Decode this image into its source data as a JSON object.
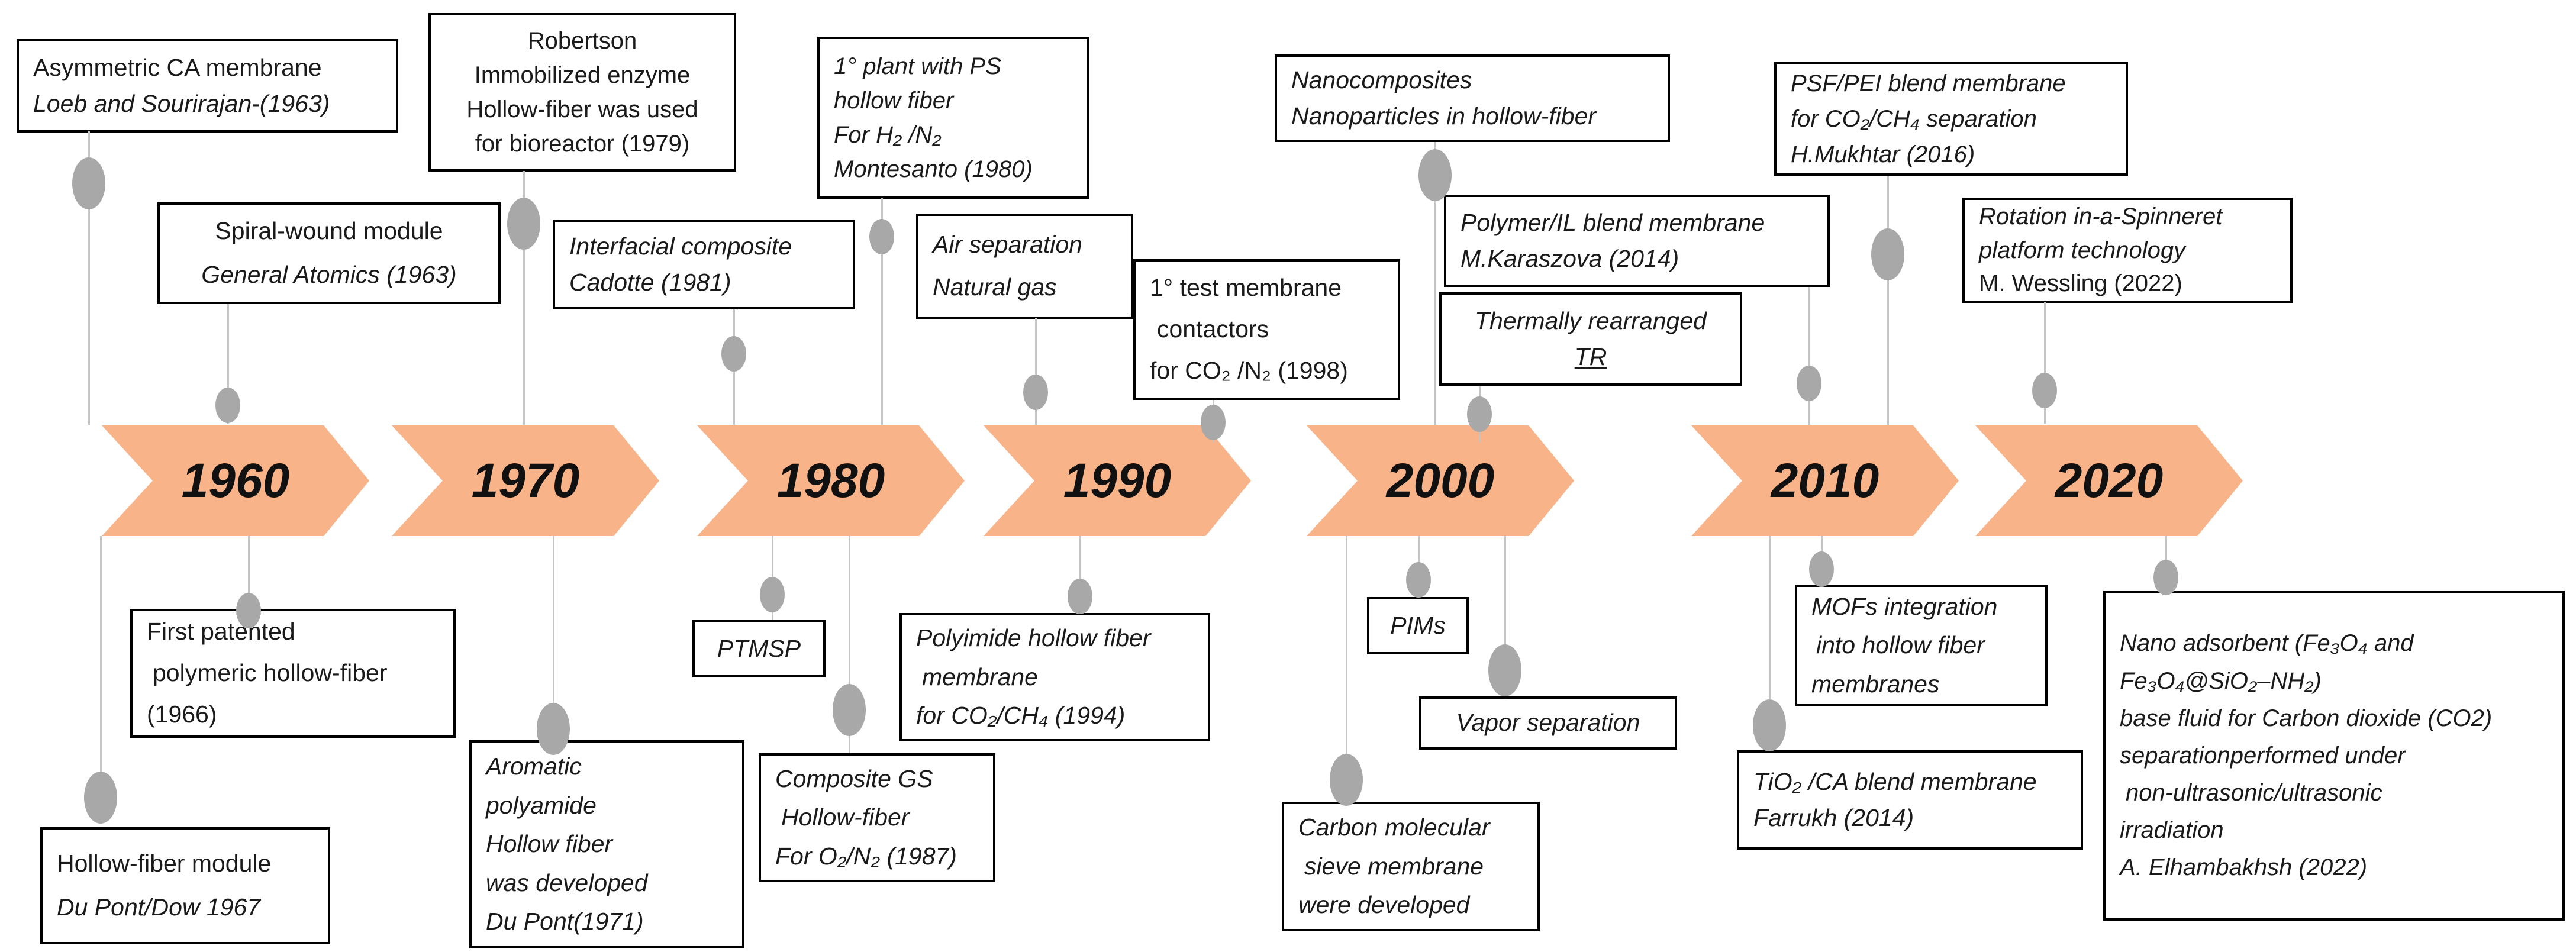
{
  "diagram_type": "timeline",
  "colors": {
    "arrow_fill": "#f8b389",
    "marker_gray": "#a8a8a8",
    "connector_gray": "#c4c4c4",
    "box_border": "#000000",
    "text": "#1a1a1a"
  },
  "timeline": {
    "decades": [
      "1960",
      "1970",
      "1980",
      "1990",
      "2000",
      "2010",
      "2020"
    ]
  },
  "boxes": {
    "asym": {
      "lines": [
        "Asymmetric  CA membrane",
        "Loeb and  Sourirajan-(1963)"
      ]
    },
    "robertson": {
      "lines": [
        "Robertson",
        "Immobilized  enzyme",
        "Hollow-fiber was used",
        "for bioreactor (1979)"
      ]
    },
    "plant1980": {
      "lines": [
        "1° plant with PS",
        "hollow fiber",
        "For H₂ /N₂",
        "Montesanto  (1980)"
      ]
    },
    "spiral": {
      "lines": [
        "Spiral-wound  module",
        "General Atomics (1963)"
      ]
    },
    "interfacial": {
      "lines": [
        "Interfacial  composite",
        "Cadotte (1981)"
      ]
    },
    "airsep": {
      "lines": [
        "Air separation",
        "Natural gas"
      ]
    },
    "test1998": {
      "lines": [
        "1° test membrane",
        "contactors",
        "for CO₂ /N₂ (1998)"
      ]
    },
    "nanocomp": {
      "lines": [
        "Nanocomposites",
        "Nanoparticles  in hollow-fiber"
      ]
    },
    "polymer_il": {
      "lines": [
        "Polymer/IL blend membrane",
        "M.Karaszova  (2014)"
      ]
    },
    "thermally_rearranged": {
      "lines": [
        "Thermally rearranged",
        "TR"
      ]
    },
    "psf_pei": {
      "lines": [
        "PSF/PEI blend membrane",
        "for CO₂/CH₄   separation",
        "H.Mukhtar  (2016)"
      ]
    },
    "rotation": {
      "lines": [
        "Rotation in-a-Spinneret",
        "platform technology",
        "M. Wessling (2022)"
      ]
    },
    "first_patented": {
      "lines": [
        "First patented",
        "polymeric  hollow-fiber",
        "(1966)"
      ]
    },
    "hf_module": {
      "lines": [
        "Hollow-fiber module",
        "Du Pont/Dow 1967"
      ]
    },
    "aromatic": {
      "lines": [
        "Aromatic",
        "polyamide",
        "Hollow fiber",
        "was  developed",
        "Du Pont(1971)"
      ]
    },
    "ptmsp": {
      "lines": [
        "PTMSP"
      ]
    },
    "composite_gs": {
      "lines": [
        "Composite GS",
        "Hollow-fiber",
        "For O₂/N₂  (1987)"
      ]
    },
    "polyimide": {
      "lines": [
        "Polyimide hollow fiber",
        "membrane",
        "for CO₂/CH₄   (1994)"
      ]
    },
    "pims": {
      "lines": [
        "PIMs"
      ]
    },
    "vapor": {
      "lines": [
        "Vapor separation"
      ]
    },
    "carbon_ms": {
      "lines": [
        "Carbon molecular",
        "sieve membrane",
        "were developed"
      ]
    },
    "mofs": {
      "lines": [
        "MOFs integration",
        "into hollow fiber",
        "membranes"
      ]
    },
    "tio2": {
      "lines": [
        "TiO₂ /CA blend membrane",
        "Farrukh (2014)"
      ]
    },
    "nano_adsorbent": {
      "lines": [
        "Nano adsorbent (Fe₃O₄ and",
        "Fe₃O₄@SiO₂–NH₂)",
        "base fluid for Carbon dioxide (CO2)",
        "separationperformed  under",
        "non-ultrasonic/ultrasonic",
        "irradiation",
        "A. Elhambakhsh  (2022)"
      ]
    }
  }
}
